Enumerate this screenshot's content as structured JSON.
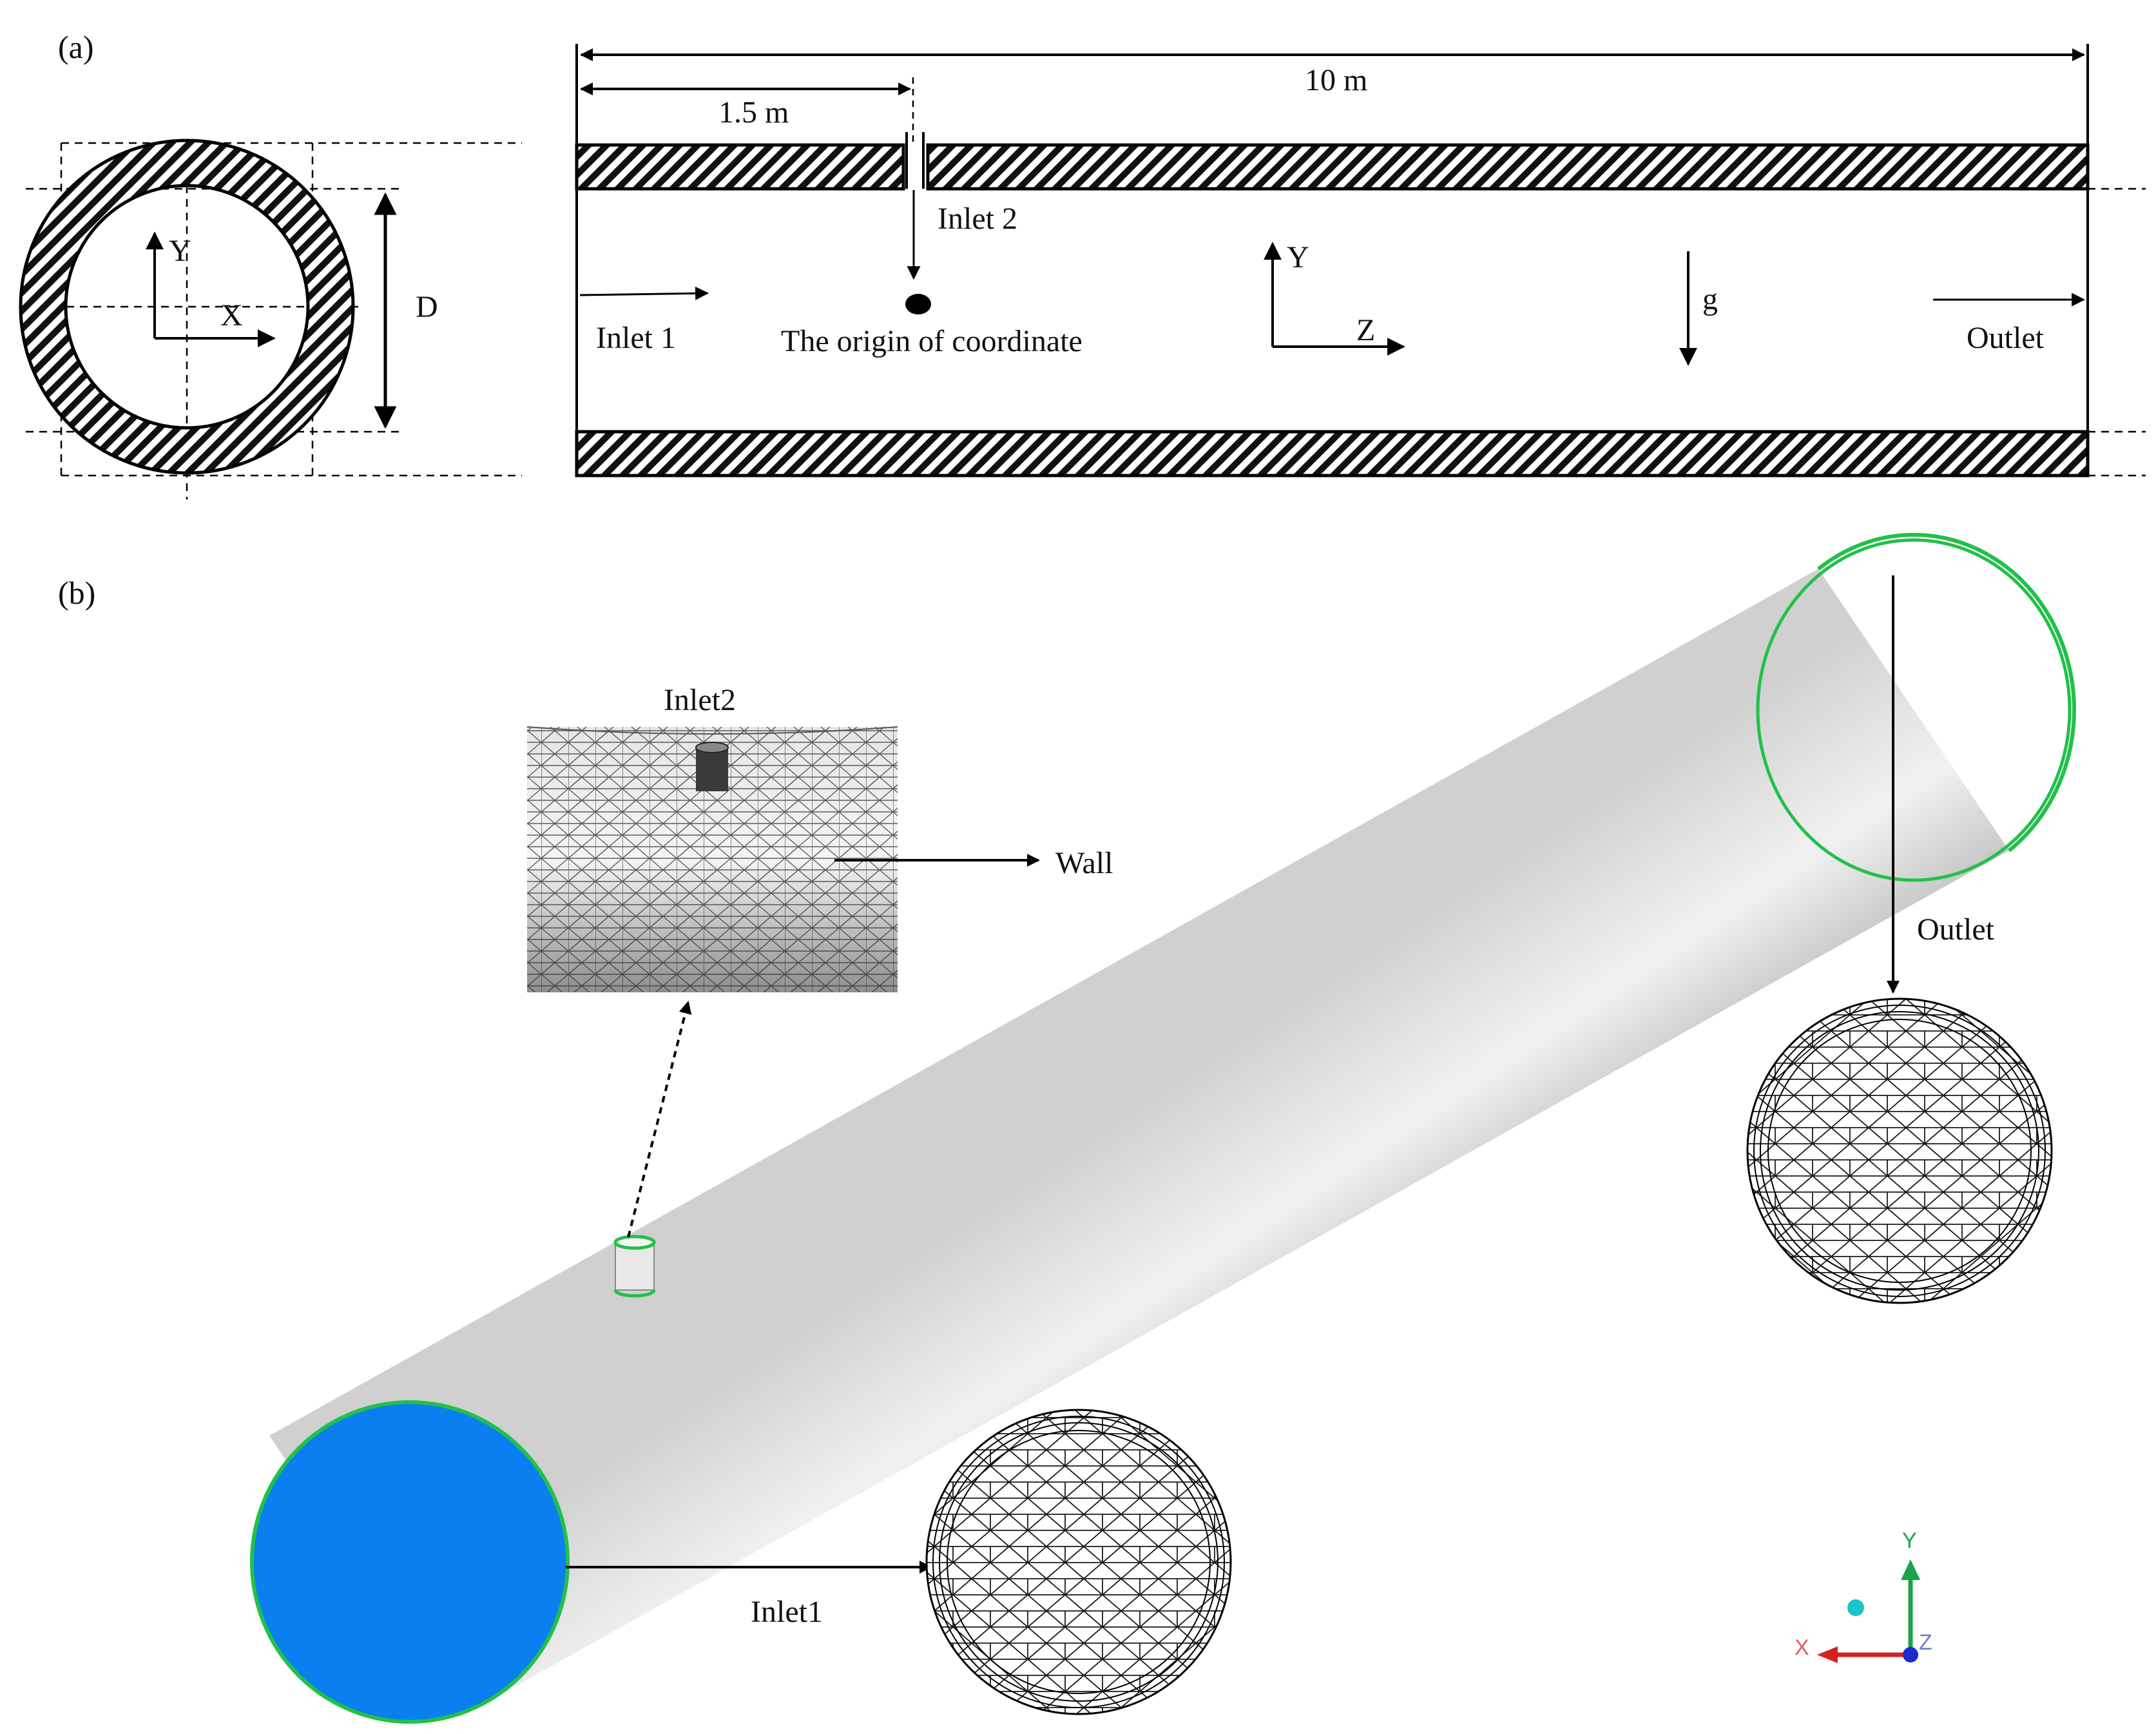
{
  "panel_a": {
    "label": "(a)",
    "total_length": "10 m",
    "inlet2_offset": "1.5 m",
    "inlet2": "Inlet 2",
    "inlet1": "Inlet 1",
    "origin": "The origin of coordinate",
    "diameter": "D",
    "gravity": "g",
    "outlet": "Outlet",
    "cross_axis_x": "X",
    "cross_axis_y": "Y",
    "side_axis_y": "Y",
    "side_axis_z": "Z"
  },
  "panel_b": {
    "label": "(b)",
    "inlet2": "Inlet2",
    "wall": "Wall",
    "outlet": "Outlet",
    "inlet1": "Inlet1",
    "triad_y": "Y",
    "triad_x": "X",
    "triad_z": "Z"
  },
  "colors": {
    "inlet_face": "#0a7ff0",
    "edge_green": "#22c04a",
    "triad_y": "#1aa34a",
    "triad_x": "#d62020",
    "triad_z": "#1a2ccc",
    "triad_dot": "#19c6c6"
  }
}
